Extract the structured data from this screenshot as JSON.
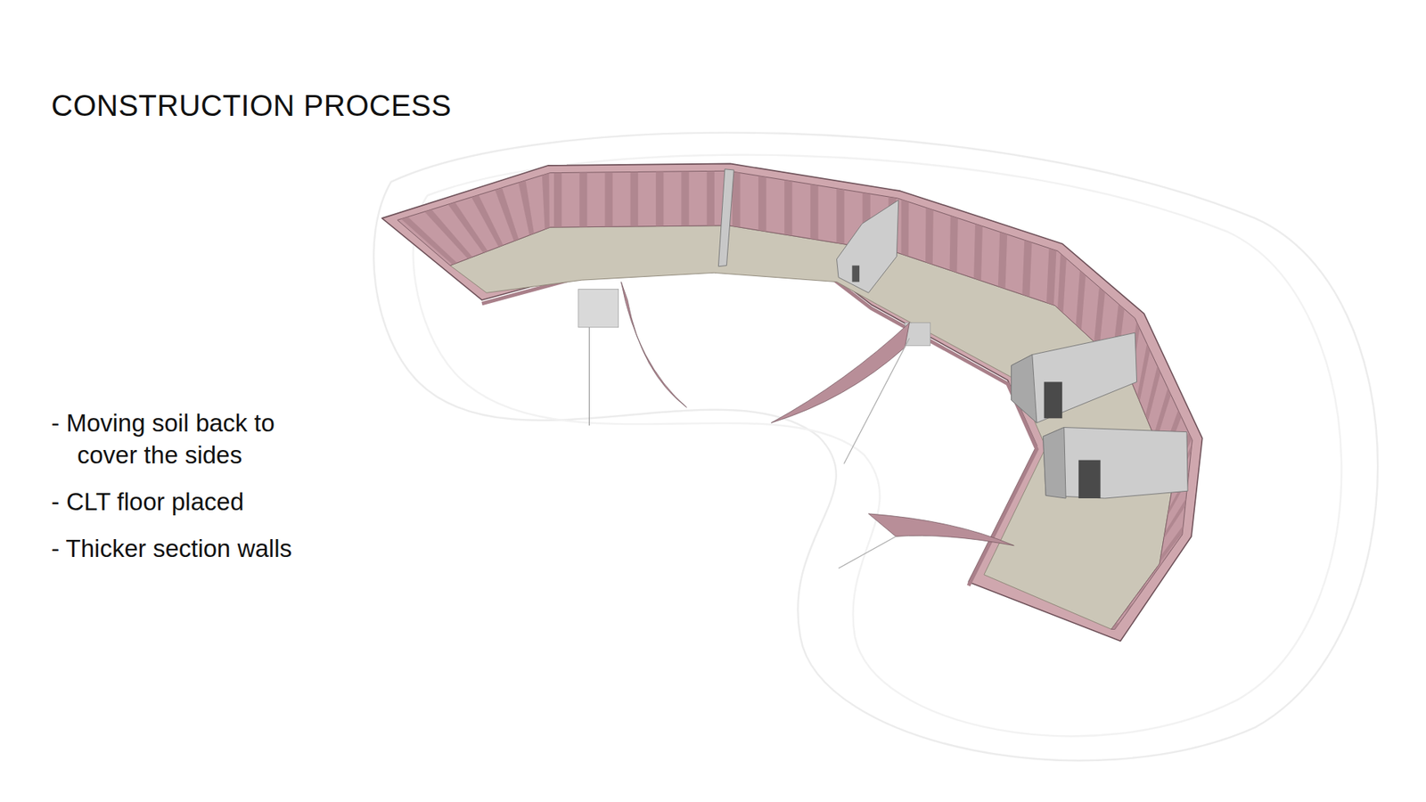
{
  "diagram": {
    "title": "CONSTRUCTION PROCESS",
    "labels": [
      "- Moving soil back to cover the sides",
      "- CLT floor placed",
      "- Thicker section walls"
    ]
  }
}
